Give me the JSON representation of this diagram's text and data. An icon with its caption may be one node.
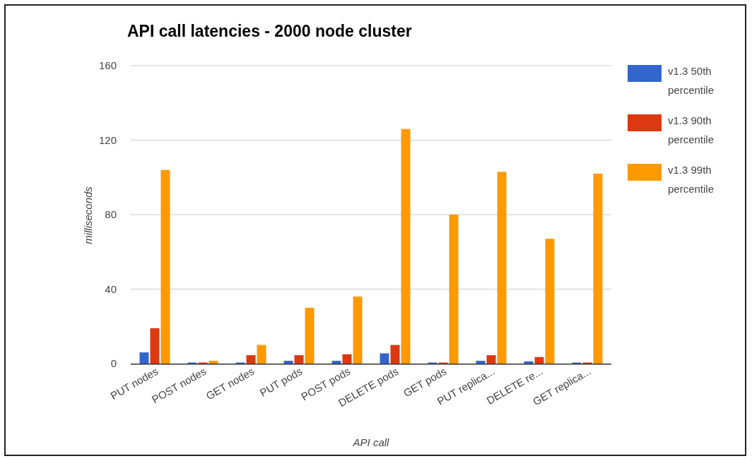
{
  "diagram": {
    "chart_data": {
      "type": "bar",
      "title": "API call latencies - 2000 node cluster",
      "xlabel": "API call",
      "ylabel": "milliseconds",
      "categories": [
        "PUT nodes",
        "POST nodes",
        "GET nodes",
        "PUT pods",
        "POST pods",
        "DELETE pods",
        "GET pods",
        "PUT replica...",
        "DELETE re...",
        "GET replica..."
      ],
      "series": [
        {
          "name": "v1.3 50th percentile",
          "color": "#3366cc",
          "values": [
            6,
            0.3,
            0.5,
            1.5,
            1.5,
            5.5,
            0.2,
            1.5,
            1.2,
            0.2
          ]
        },
        {
          "name": "v1.3 90th percentile",
          "color": "#dc3912",
          "values": [
            19,
            0.5,
            4.5,
            4.5,
            5,
            10,
            0.5,
            4.5,
            3.5,
            0.5
          ]
        },
        {
          "name": "v1.3 99th percentile",
          "color": "#ff9900",
          "values": [
            104,
            1.5,
            10,
            30,
            36,
            126,
            80,
            103,
            67,
            102
          ]
        }
      ],
      "ylim": [
        0,
        160
      ],
      "yticks": [
        0,
        40,
        80,
        120,
        160
      ],
      "grid": true,
      "legend": true
    }
  }
}
